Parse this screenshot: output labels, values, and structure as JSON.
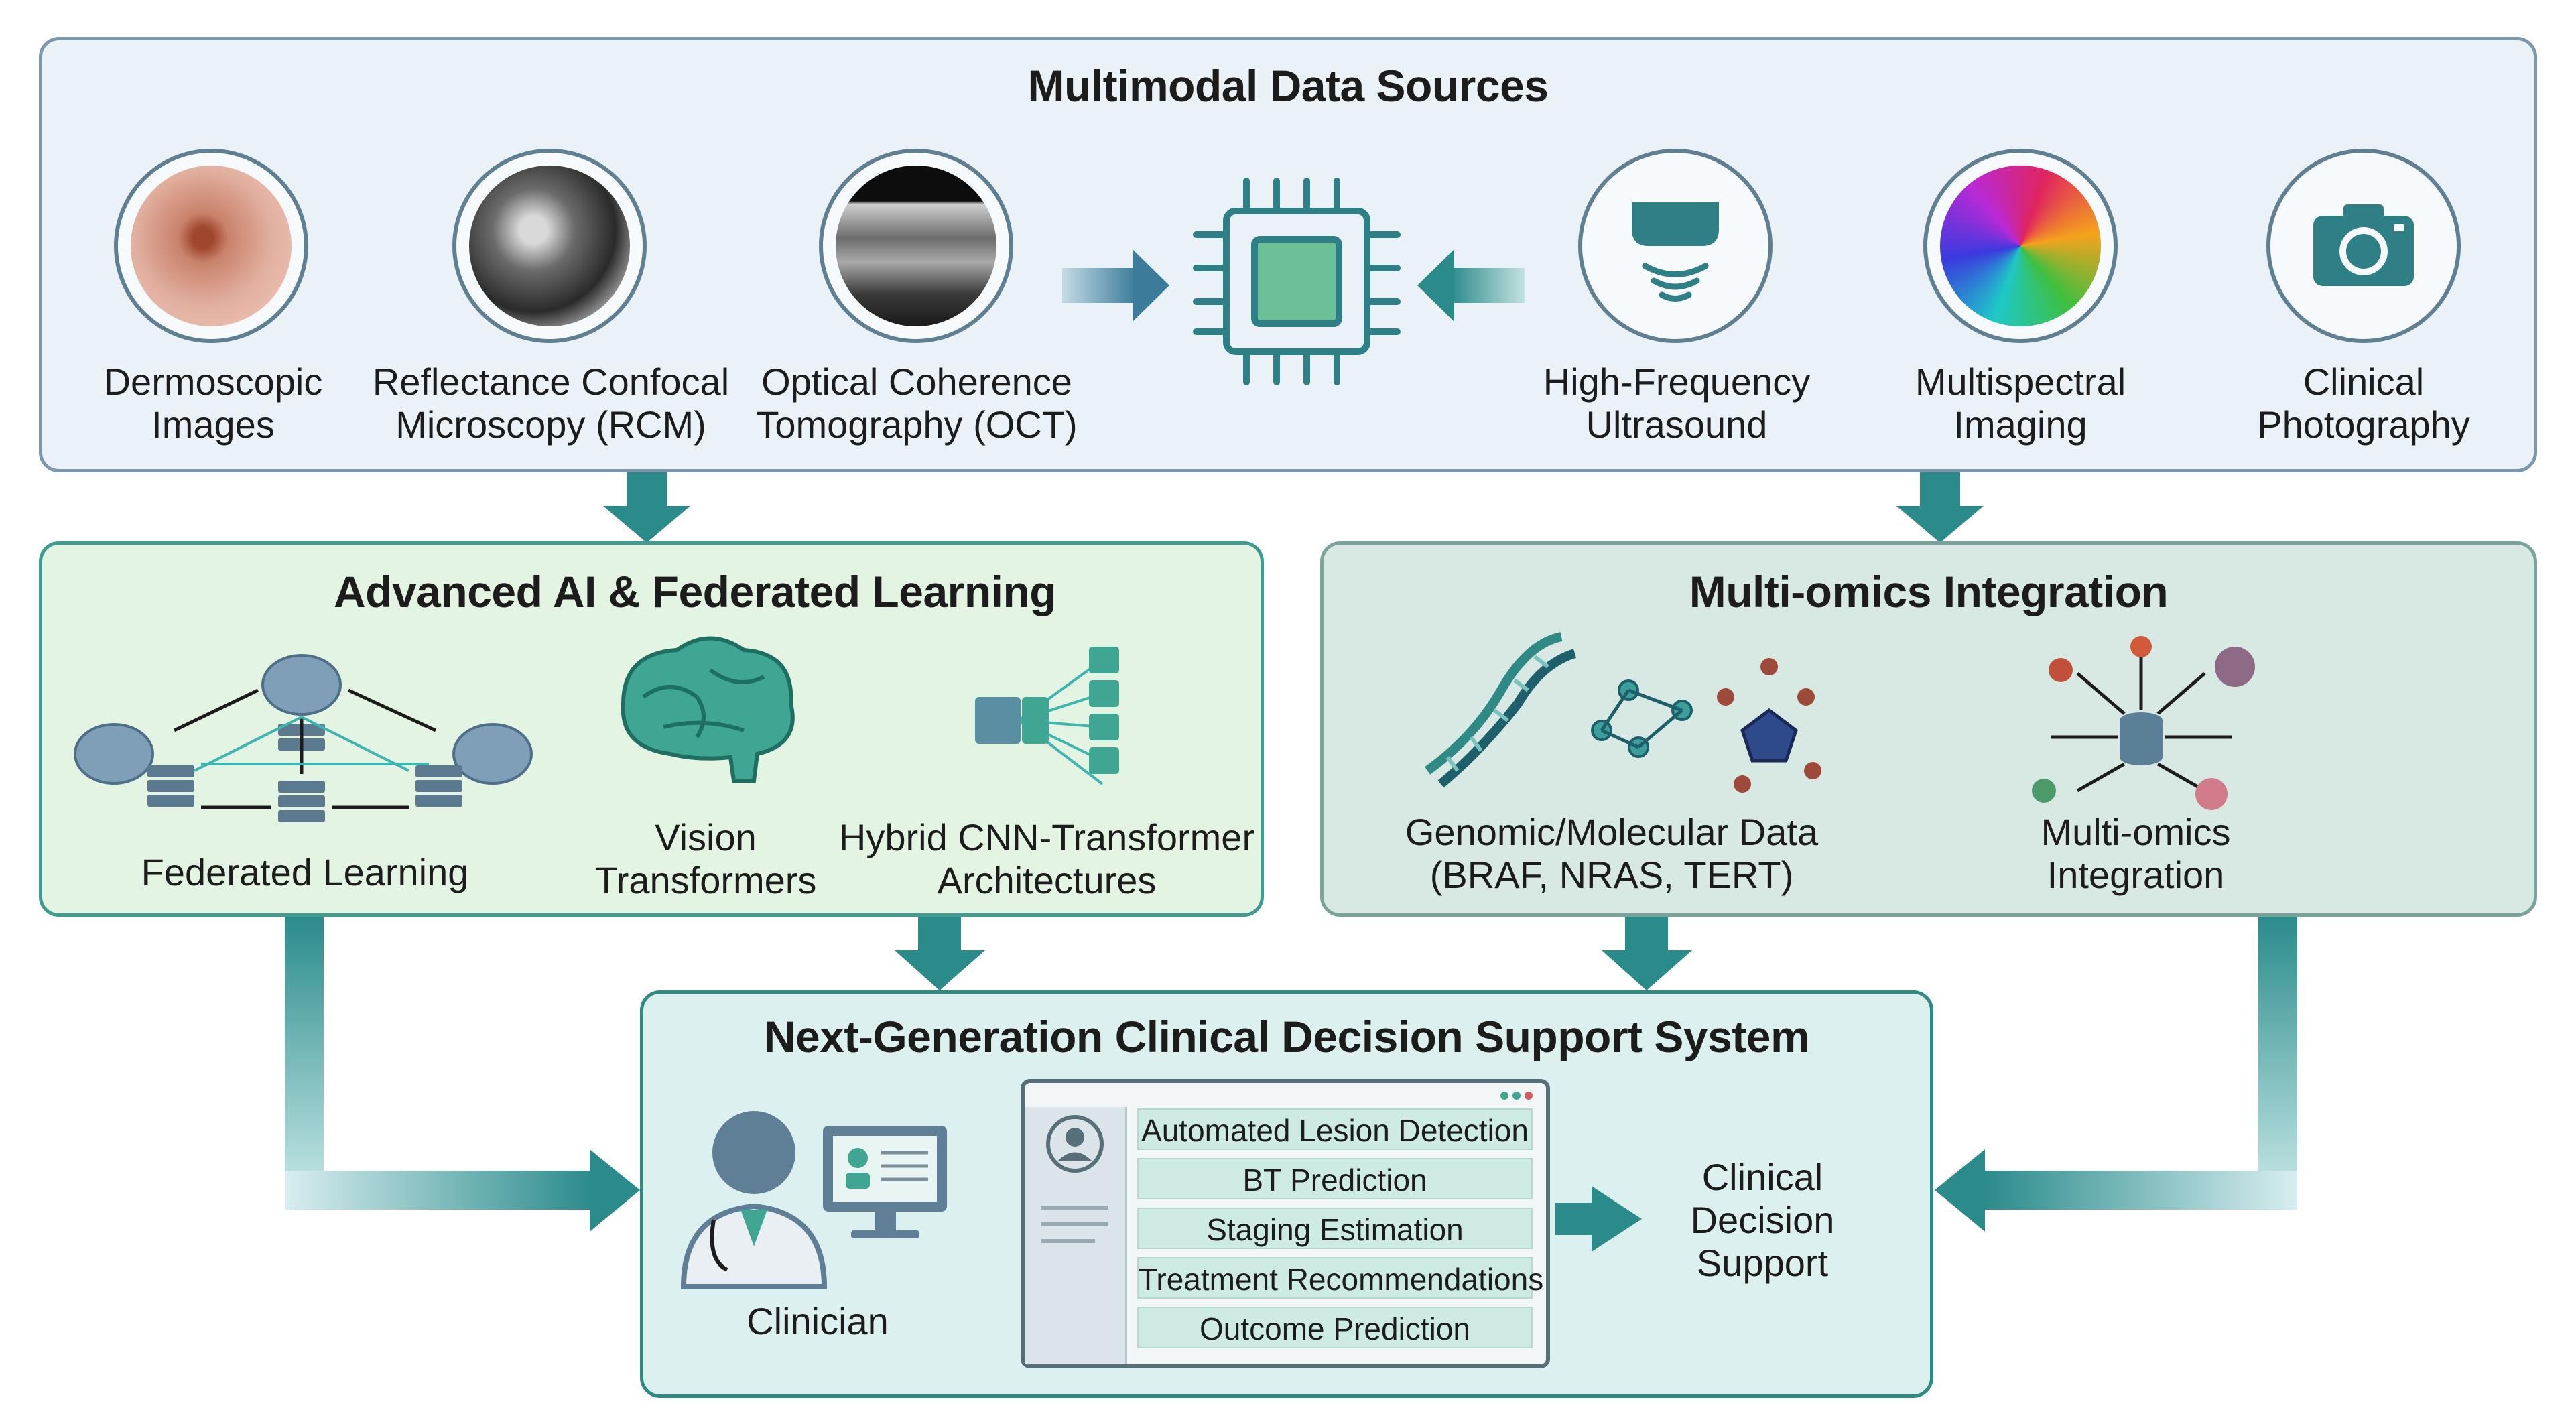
{
  "sources": {
    "title": "Multimodal Data Sources",
    "items": [
      {
        "label": "Dermoscopic\nImages",
        "icon": "dermoscopic-image-icon"
      },
      {
        "label": "Reflectance Confocal\nMicroscopy (RCM)",
        "icon": "rcm-image-icon"
      },
      {
        "label": "Optical Coherence\nTomography (OCT)",
        "icon": "oct-image-icon"
      },
      {
        "label": "High-Frequency\nUltrasound",
        "icon": "ultrasound-icon"
      },
      {
        "label": "Multispectral\nImaging",
        "icon": "multispectral-image-icon"
      },
      {
        "label": "Clinical\nPhotography",
        "icon": "camera-icon"
      }
    ],
    "center_icon": "processor-chip-icon"
  },
  "ai": {
    "title": "Advanced AI & Federated Learning",
    "items": [
      {
        "label": "Federated Learning",
        "icon": "federated-network-icon"
      },
      {
        "label": "Vision\nTransformers",
        "icon": "brain-icon"
      },
      {
        "label": "Hybrid CNN-Transformer\nArchitectures",
        "icon": "neural-network-icon"
      }
    ]
  },
  "omics": {
    "title": "Multi-omics Integration",
    "items": [
      {
        "label": "Genomic/Molecular Data\n(BRAF, NRAS, TERT)",
        "icon": "dna-molecule-icon"
      },
      {
        "label": "Multi-omics\nIntegration",
        "icon": "omics-hub-icon"
      }
    ]
  },
  "cdss": {
    "title": "Next-Generation Clinical Decision Support System",
    "clinician_label": "Clinician",
    "features": [
      "Automated Lesion Detection",
      "BT Prediction",
      "Staging Estimation",
      "Treatment Recommendations",
      "Outcome Prediction"
    ],
    "output_label": "Clinical\nDecision\nSupport"
  },
  "colors": {
    "teal_arrow": "#2b8b8b",
    "source_panel": "#eaf2f8",
    "ai_panel": "#e4f4e2",
    "omics_panel": "#d8e8e3",
    "cdss_panel": "#dcf1ef"
  }
}
